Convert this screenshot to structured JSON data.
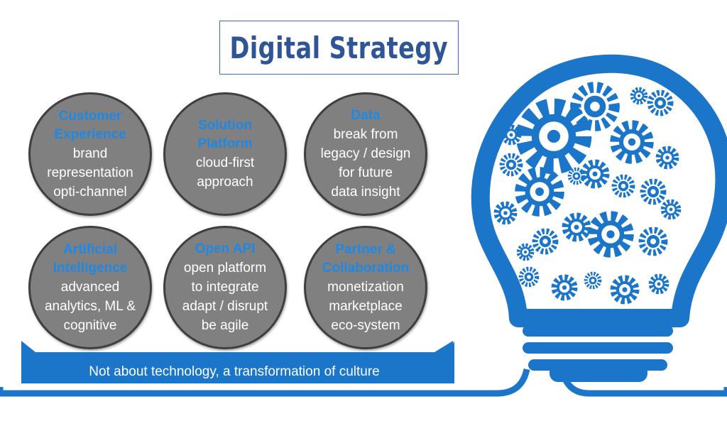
{
  "title": "Digital Strategy",
  "pillars": [
    {
      "title": [
        "Customer",
        "Experience"
      ],
      "body": [
        "brand",
        "representation",
        "opti-channel"
      ]
    },
    {
      "title": [
        "Solution",
        "Platform"
      ],
      "body": [
        "cloud-first",
        "approach"
      ]
    },
    {
      "title": [
        "Data"
      ],
      "body": [
        "break from",
        "legacy / design",
        "for future",
        "data insight"
      ]
    },
    {
      "title": [
        "Artificial",
        "Intelligence"
      ],
      "body": [
        "advanced",
        "analytics, ML &",
        "cognitive"
      ]
    },
    {
      "title": [
        "Open API"
      ],
      "body": [
        "open platform",
        "to integrate",
        "adapt / disrupt",
        "be agile"
      ]
    },
    {
      "title": [
        "Partner &",
        "Collaboration"
      ],
      "body": [
        "monetization",
        "marketplace",
        "eco-system"
      ]
    }
  ],
  "tagline": "Not about technology, a transformation of culture",
  "colors": {
    "accent": "#1e88e5",
    "title": "#2f5597",
    "circle": "#808080",
    "circle_border": "#3f3f3f"
  },
  "icons": [
    "lightbulb-icon",
    "gear-icon"
  ]
}
